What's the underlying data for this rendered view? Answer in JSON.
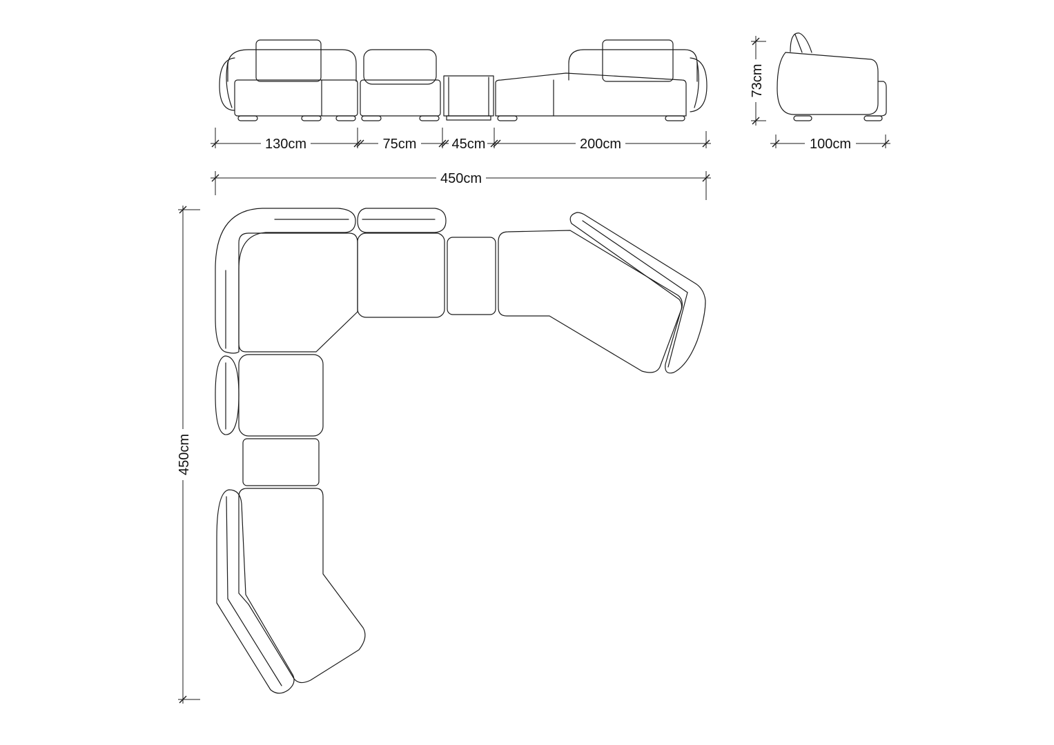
{
  "drawing": {
    "front_view": {
      "dimensions": {
        "module_a": "130cm",
        "module_b": "75cm",
        "side_table": "45cm",
        "module_c": "200cm",
        "total_width": "450cm"
      }
    },
    "side_view": {
      "dimensions": {
        "height": "73cm",
        "depth": "100cm"
      }
    },
    "plan_view": {
      "dimensions": {
        "total_length": "450cm"
      }
    }
  },
  "colors": {
    "line": "#1a1a1a",
    "background": "#ffffff"
  }
}
